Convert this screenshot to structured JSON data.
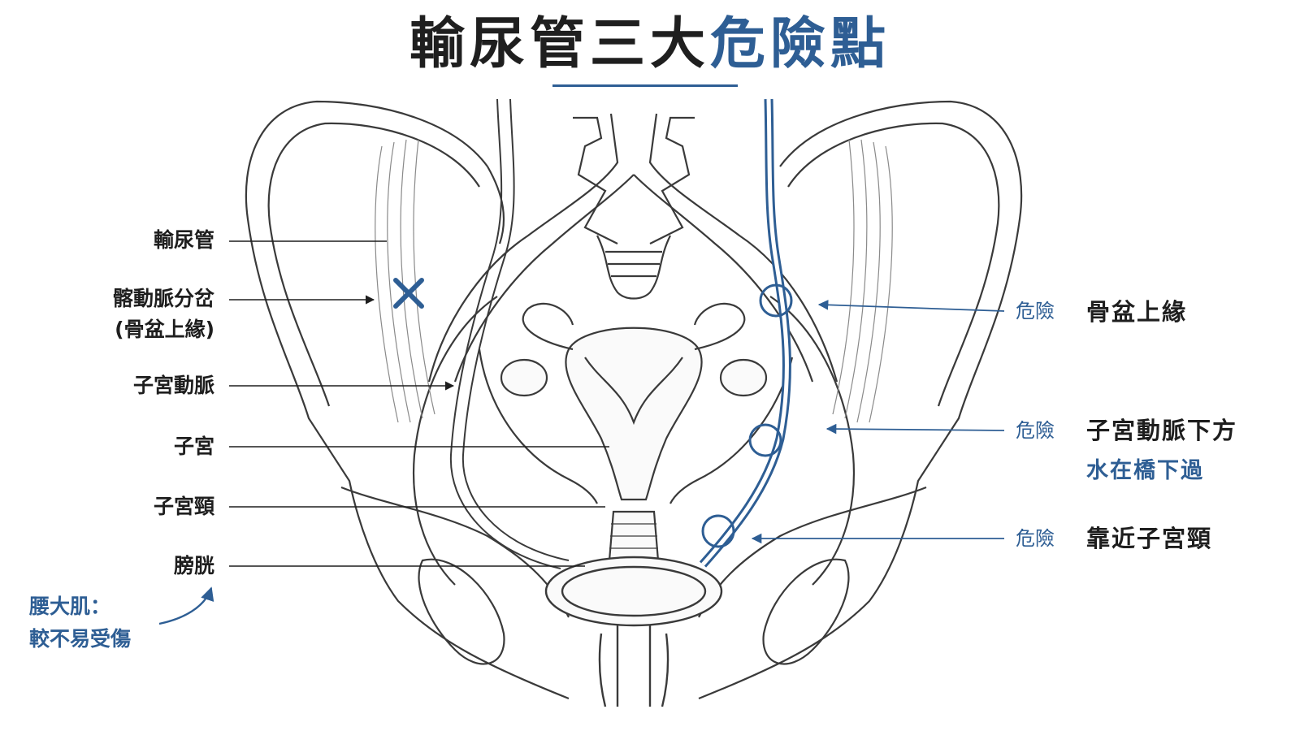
{
  "title": {
    "main": "輸尿管三大",
    "accent": "危險點"
  },
  "left_labels": {
    "ureter": "輸尿管",
    "iliac_bifurcation": "髂動脈分岔",
    "iliac_bifurcation_sub": "(骨盆上緣)",
    "uterine_artery": "子宮動脈",
    "uterus": "子宮",
    "cervix": "子宮頸",
    "bladder": "膀胱"
  },
  "psoas_note": {
    "line1": "腰大肌：",
    "line2": "較不易受傷"
  },
  "danger_points": [
    {
      "tag": "危險",
      "desc": "骨盆上緣",
      "sub": ""
    },
    {
      "tag": "危險",
      "desc": "子宮動脈下方",
      "sub": "水在橋下過"
    },
    {
      "tag": "危險",
      "desc": "靠近子宮頸",
      "sub": ""
    }
  ],
  "colors": {
    "accent": "#2e5e94",
    "ink": "#1e1e1e",
    "line_art": "#3a3a3a"
  }
}
